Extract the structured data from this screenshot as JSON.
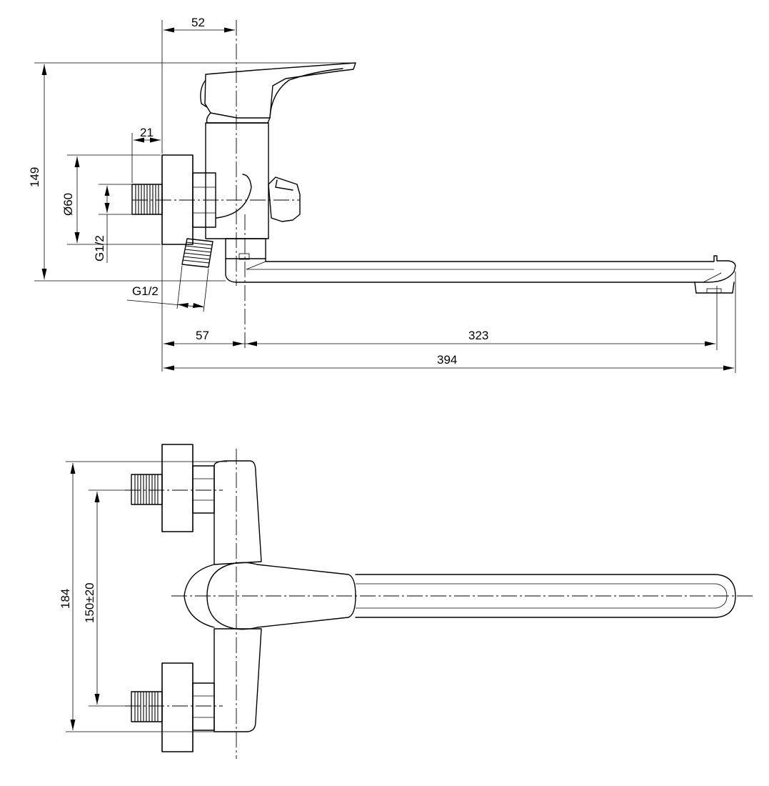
{
  "dimensions": {
    "top_offset": "52",
    "flange_depth": "21",
    "height_total": "149",
    "flange_diameter": "Ø60",
    "thread_size_rear": "G1/2",
    "thread_size_side": "G1/2",
    "wall_to_spout": "57",
    "spout_reach": "323",
    "overall_length": "394",
    "overall_width": "184",
    "inlet_spacing": "150±20"
  }
}
